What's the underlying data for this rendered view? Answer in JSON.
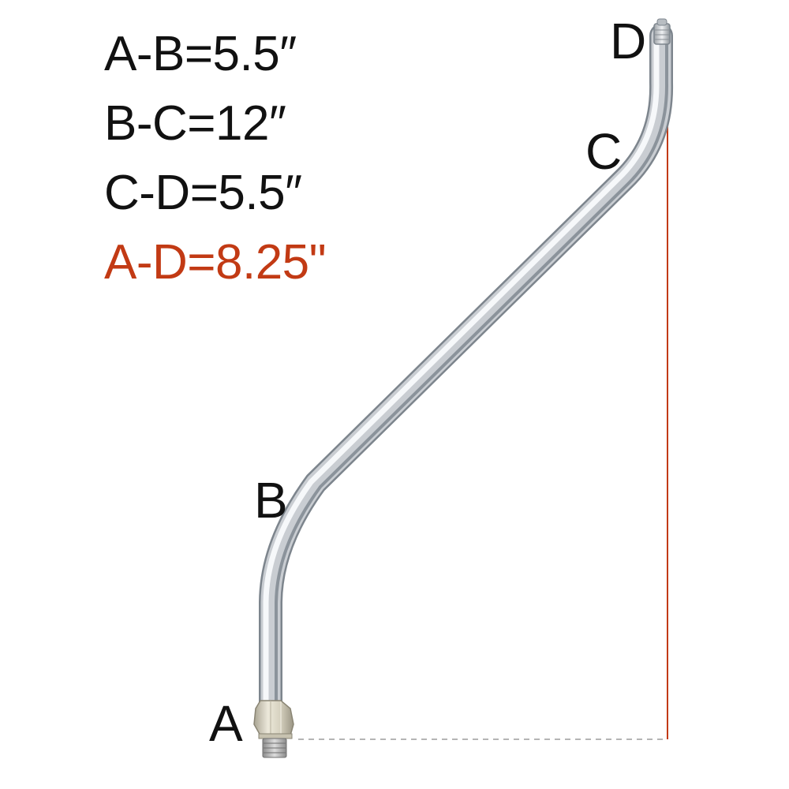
{
  "measurements": {
    "ab": "A-B=5.5″",
    "bc": "B-C=12″",
    "cd": "C-D=5.5″",
    "ad": "A-D=8.25\""
  },
  "points": {
    "a": "A",
    "b": "B",
    "c": "C",
    "d": "D"
  },
  "colors": {
    "text": "#111111",
    "highlight": "#c23a14",
    "rod_chrome": "#c9cdd2",
    "fitting": "#cfcab8",
    "dashed_line": "#b5b5b5"
  }
}
